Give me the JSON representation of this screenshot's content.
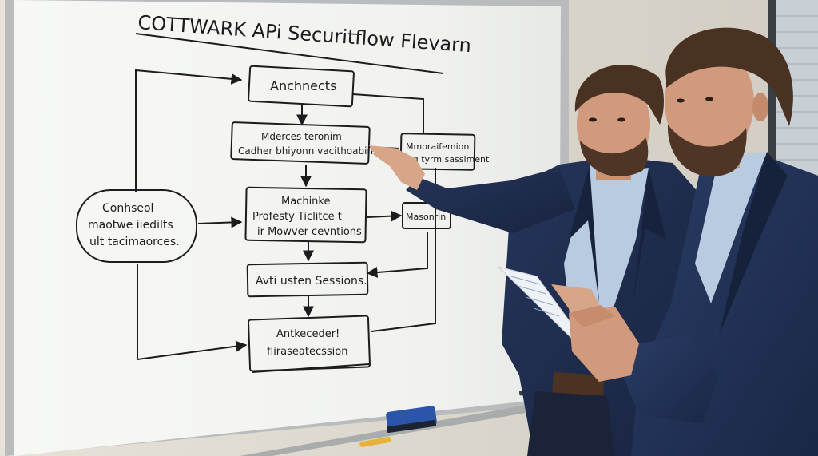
{
  "whiteboard": {
    "title": "COTTWARK APi Securitflow Flevarn",
    "boxes": {
      "architects": [
        "Anchnects"
      ],
      "middle_top": [
        "Mderces teronim",
        "Cadher bhiyonn vacithoabins"
      ],
      "right_top": [
        "Mmoraifemion",
        "ag tyrm sassiment"
      ],
      "left_pill": [
        "Conhseol",
        "maotwe iiedilts",
        "ult tacimaorces."
      ],
      "machinke": [
        "Machinke",
        "Profesty Ticlitce t",
        "ir Mowver cevntions"
      ],
      "right_small": [
        "Masonrin"
      ],
      "sessions": [
        "Avti usten Sessions."
      ],
      "bottom": [
        "Antkeceder!",
        "fliraseatecssion"
      ]
    }
  },
  "colors": {
    "wall": "#ddd9cf",
    "board": "#f4f5f3",
    "marker": "#1c1c1c",
    "suit": "#1f2d4e",
    "shirt": "#b9cbe0",
    "eraser": "#2a55a8"
  }
}
